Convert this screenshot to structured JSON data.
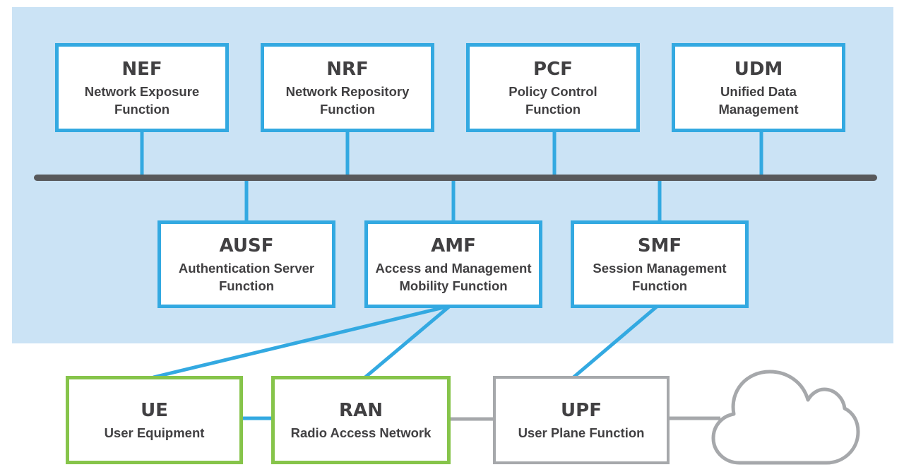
{
  "colors": {
    "blue": "#33A9E1",
    "light_blue": "#CBE3F5",
    "green": "#86C44A",
    "gray": "#A6A8AB",
    "bus": "#58595B",
    "text": "#414042"
  },
  "nodes": {
    "nef": {
      "abbr": "NEF",
      "line1": "Network Exposure",
      "line2": "Function"
    },
    "nrf": {
      "abbr": "NRF",
      "line1": "Network Repository",
      "line2": "Function"
    },
    "pcf": {
      "abbr": "PCF",
      "line1": "Policy Control",
      "line2": "Function"
    },
    "udm": {
      "abbr": "UDM",
      "line1": "Unified Data",
      "line2": "Management"
    },
    "ausf": {
      "abbr": "AUSF",
      "line1": "Authentication Server",
      "line2": "Function"
    },
    "amf": {
      "abbr": "AMF",
      "line1": "Access and Management",
      "line2": "Mobility Function"
    },
    "smf": {
      "abbr": "SMF",
      "line1": "Session Management",
      "line2": "Function"
    },
    "ue": {
      "abbr": "UE",
      "line1": "User Equipment"
    },
    "ran": {
      "abbr": "RAN",
      "line1": "Radio Access Network"
    },
    "upf": {
      "abbr": "UPF",
      "line1": "User Plane Function"
    }
  }
}
